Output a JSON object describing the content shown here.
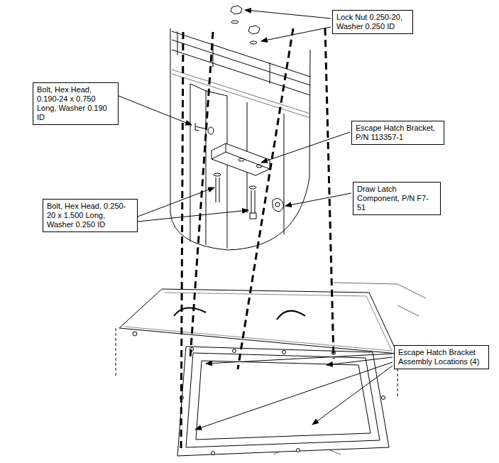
{
  "diagram": {
    "nodes": [
      {
        "text": [
          "Lock Nut 0.250-20, Washer 0.250 ID"
        ]
      },
      {
        "text": [
          "Bolt, Hex Head, 0.190-24 x 0.750 Long, Washer 0.190 ID"
        ]
      },
      {
        "text": [
          "Escape Hatch Bracket, P/N 113357-1"
        ]
      },
      {
        "text": [
          "Draw Latch Component, P/N F7-51"
        ]
      },
      {
        "text": [
          "Bolt, Hex Head, 0.250-20 x 1.500 Long, Washer 0.250 ID"
        ]
      },
      {
        "text": [
          "Escape Hatch Bracket Assembly Locations (4)"
        ]
      }
    ]
  }
}
